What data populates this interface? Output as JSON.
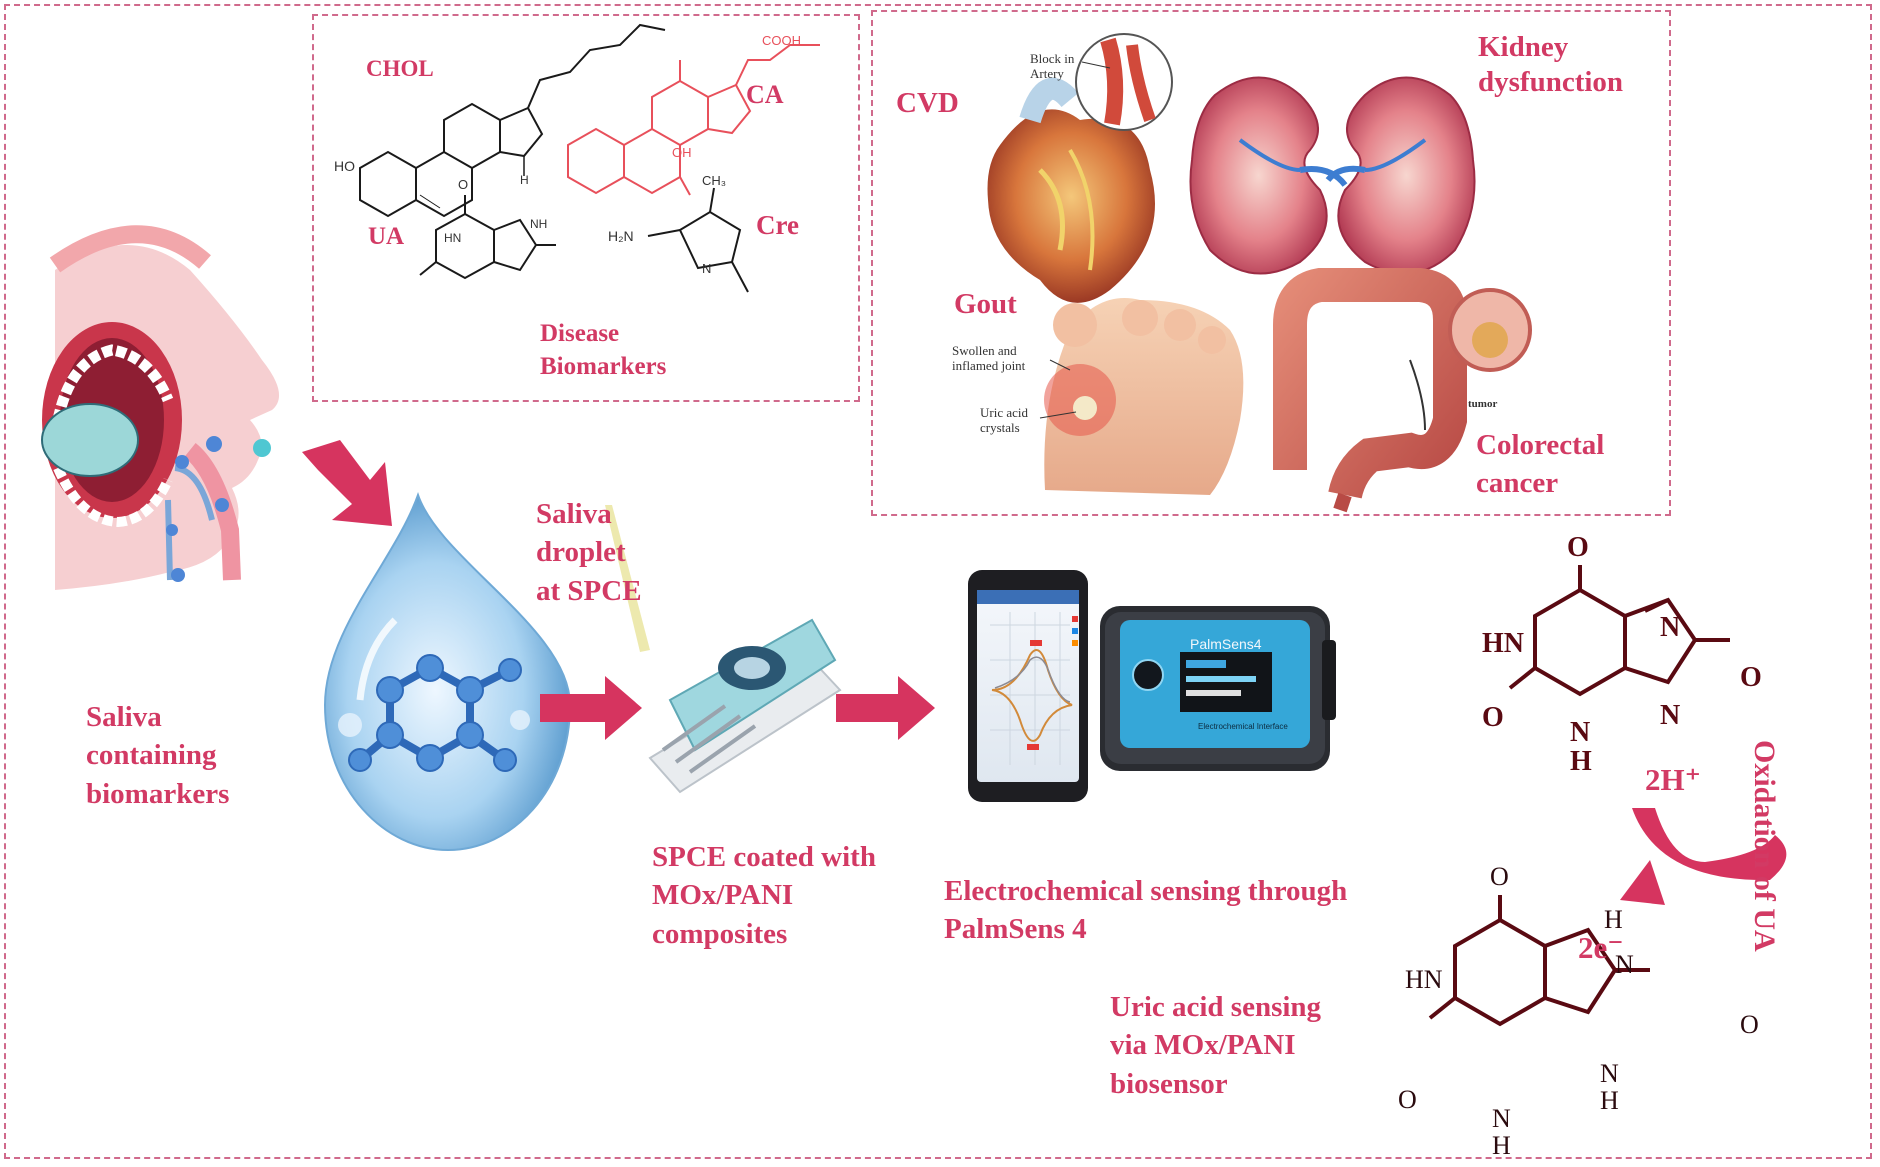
{
  "colors": {
    "accent": "#d23a64",
    "arrow": "#d6345f",
    "frame": "#d06a8c",
    "molecule_dark": "#5a0a12",
    "molecule_red": "#e8505b"
  },
  "biomarkers": {
    "chol": "CHOL",
    "ca": "CA",
    "ua": "UA",
    "cre": "Cre",
    "caption_line1": "Disease",
    "caption_line2": "Biomarkers",
    "atoms": {
      "ho": "HO",
      "h": "H",
      "oh": "OH",
      "cooh": "COOH",
      "o": "O",
      "nh": "NH",
      "hn": "HN",
      "n": "N",
      "h2n": "H₂N",
      "ch3": "CH₃"
    }
  },
  "diseases": {
    "cvd": "CVD",
    "kidney_line1": "Kidney",
    "kidney_line2": "dysfunction",
    "gout": "Gout",
    "colorectal_line1": "Colorectal",
    "colorectal_line2": "cancer",
    "block_line1": "Block in",
    "block_line2": "Artery",
    "swollen_line1": "Swollen and",
    "swollen_line2": "inflamed joint",
    "crystals_line1": "Uric acid",
    "crystals_line2": "crystals",
    "tumor": "tumor"
  },
  "steps": {
    "saliva_line1": "Saliva",
    "saliva_line2": "containing",
    "saliva_line3": "biomarkers",
    "droplet_line1": "Saliva",
    "droplet_line2": "droplet",
    "droplet_line3": "at SPCE",
    "spce_line1": "SPCE coated with",
    "spce_line2": "MOx/PANI",
    "spce_line3": "composites",
    "sensing_line1": "Electrochemical sensing through",
    "sensing_line2": "PalmSens 4",
    "device_brand": "PalmSens4",
    "device_sub": "Electrochemical Interface"
  },
  "reaction": {
    "oxidation": "Oxidation of UA",
    "protons": "2H⁺",
    "electrons": "2e⁻",
    "sensing_line1": "Uric acid sensing",
    "sensing_line2": "via MOx/PANI",
    "sensing_line3": "biosensor",
    "o": "O",
    "hn": "HN",
    "n": "N",
    "h": "H",
    "nh": "NH"
  }
}
